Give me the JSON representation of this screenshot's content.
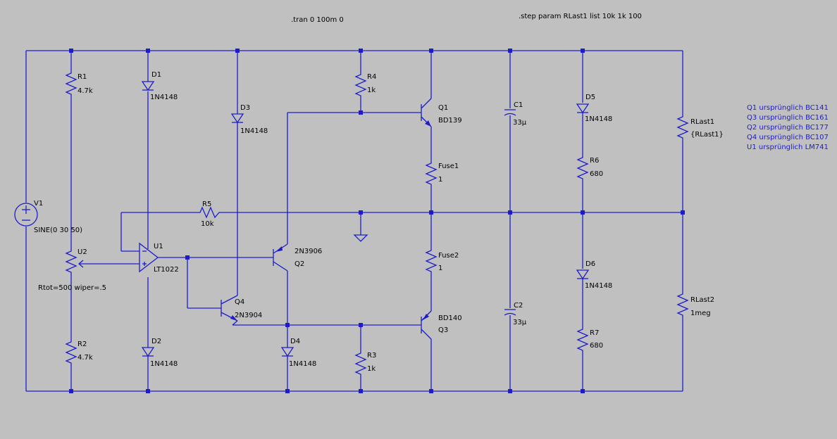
{
  "directives": {
    "tran": ".tran 0 100m 0",
    "step": ".step param RLast1 list 10k 1k 100"
  },
  "notes": [
    "Q1 ursprünglich BC141",
    "Q3 ursprünglich BC161",
    "Q2 ursprünglich BC177",
    "Q4 ursprünglich BC107",
    "U1 ursprünglich LM741"
  ],
  "components": {
    "V1": {
      "name": "V1",
      "value": "SINE(0 30 50)"
    },
    "R1": {
      "name": "R1",
      "value": "4.7k"
    },
    "R2": {
      "name": "R2",
      "value": "4.7k"
    },
    "U2": {
      "name": "U2",
      "value": "Rtot=500 wiper=.5"
    },
    "D1": {
      "name": "D1",
      "value": "1N4148"
    },
    "D2": {
      "name": "D2",
      "value": "1N4148"
    },
    "D3": {
      "name": "D3",
      "value": "1N4148"
    },
    "D4": {
      "name": "D4",
      "value": "1N4148"
    },
    "D5": {
      "name": "D5",
      "value": "1N4148"
    },
    "D6": {
      "name": "D6",
      "value": "1N4148"
    },
    "U1": {
      "name": "U1",
      "value": "LT1022"
    },
    "R5": {
      "name": "R5",
      "value": "10k"
    },
    "Q2": {
      "name": "Q2",
      "value": "2N3906"
    },
    "Q4": {
      "name": "Q4",
      "value": "2N3904"
    },
    "R4": {
      "name": "R4",
      "value": "1k"
    },
    "R3": {
      "name": "R3",
      "value": "1k"
    },
    "Q1": {
      "name": "Q1",
      "value": "BD139"
    },
    "Q3": {
      "name": "Q3",
      "value": "BD140"
    },
    "Fuse1": {
      "name": "Fuse1",
      "value": "1"
    },
    "Fuse2": {
      "name": "Fuse2",
      "value": "1"
    },
    "C1": {
      "name": "C1",
      "value": "33µ"
    },
    "C2": {
      "name": "C2",
      "value": "33µ"
    },
    "R6": {
      "name": "R6",
      "value": "680"
    },
    "R7": {
      "name": "R7",
      "value": "680"
    },
    "RLast1": {
      "name": "RLast1",
      "value": "{RLast1}"
    },
    "RLast2": {
      "name": "RLast2",
      "value": "1meg"
    }
  },
  "colors": {
    "wire": "#1c1ccc",
    "background": "#c0c0c0",
    "text": "#000000",
    "note": "#1c1ccc"
  }
}
